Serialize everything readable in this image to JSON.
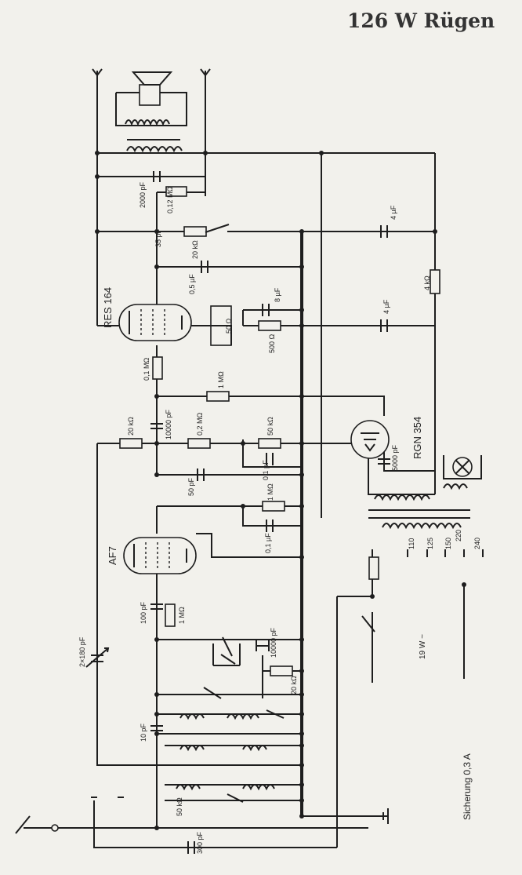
{
  "title": "126 W Rügen",
  "tubes": {
    "output": "RES 164",
    "rectifier": "RGN 354",
    "detector": "AF7"
  },
  "labels": {
    "c_2000pf": "2000 pF",
    "r_012m": "0,12 MΩ",
    "c_35pf": "35 pF",
    "r_20k_a": "20 kΩ",
    "c_4uf_a": "4 µF",
    "c_05uf": "0,5 µF",
    "r_4k": "4 kΩ",
    "c_8uf": "8 µF",
    "r_50": "50 Ω",
    "r_500": "500 Ω",
    "c_4uf_b": "4 µF",
    "r_01m": "0,1 MΩ",
    "r_1m_a": "1 MΩ",
    "r_20k_b": "20 kΩ",
    "c_10000pf": "10000 pF",
    "r_02m": "0,2 MΩ",
    "r_50k": "50 kΩ",
    "c_01uf_a": "0,1 µF",
    "c_5000pf": "5000 pF",
    "c_50pf": "50 pF",
    "r_1m_b": "1 MΩ",
    "c_01uf_b": "0,1 µF",
    "c_100pf": "100 pF",
    "r_1m_c": "1 MΩ",
    "c_10000pf_b": "10000 pF",
    "r_20k_c": "20 kΩ",
    "c_2x180pf": "2×180 pF",
    "c_10pf": "10 pF",
    "r_50k_b": "50 kΩ",
    "c_300pf": "300 pF",
    "power": "19 W ~",
    "fuse": "Sicherung 0,3 A",
    "taps": [
      "110",
      "125",
      "150",
      "220",
      "240"
    ]
  }
}
